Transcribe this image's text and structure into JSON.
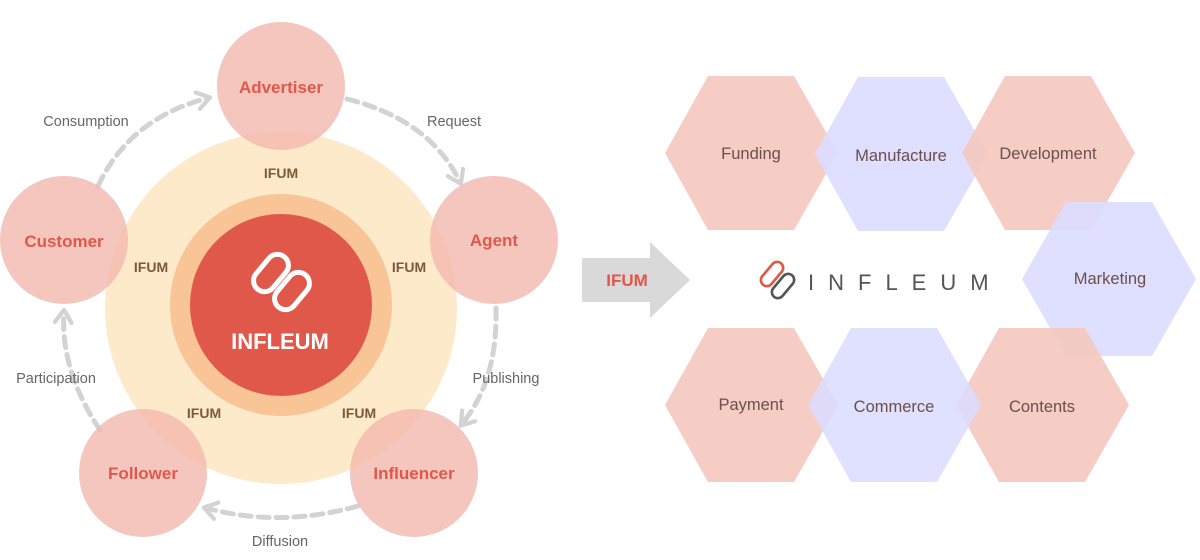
{
  "cycle": {
    "nodes": [
      {
        "id": "advertiser",
        "label": "Advertiser"
      },
      {
        "id": "agent",
        "label": "Agent"
      },
      {
        "id": "influencer",
        "label": "Influencer"
      },
      {
        "id": "follower",
        "label": "Follower"
      },
      {
        "id": "customer",
        "label": "Customer"
      }
    ],
    "edges": [
      {
        "id": "request",
        "label": "Request"
      },
      {
        "id": "publishing",
        "label": "Publishing"
      },
      {
        "id": "diffusion",
        "label": "Diffusion"
      },
      {
        "id": "participation",
        "label": "Participation"
      },
      {
        "id": "consumption",
        "label": "Consumption"
      }
    ],
    "token_labels": [
      "IFUM",
      "IFUM",
      "IFUM",
      "IFUM",
      "IFUM"
    ],
    "core_label": "INFLEUM"
  },
  "flow_arrow": {
    "label": "IFUM"
  },
  "brand": {
    "wordmark": "INFLEUM"
  },
  "services": [
    {
      "id": "funding",
      "label": "Funding"
    },
    {
      "id": "manufacture",
      "label": "Manufacture"
    },
    {
      "id": "development",
      "label": "Development"
    },
    {
      "id": "marketing",
      "label": "Marketing"
    },
    {
      "id": "payment",
      "label": "Payment"
    },
    {
      "id": "commerce",
      "label": "Commerce"
    },
    {
      "id": "contents",
      "label": "Contents"
    }
  ],
  "colors": {
    "node_fill": "#f2b8ae",
    "hex_pink": "#f4c9c0",
    "hex_lavender": "#dcdcff",
    "halo_outer": "#fde6c2",
    "halo_ring": "#f9c190",
    "core": "#e0584a",
    "accent": "#e0584a",
    "arrow_gray": "#d9d9d9"
  }
}
